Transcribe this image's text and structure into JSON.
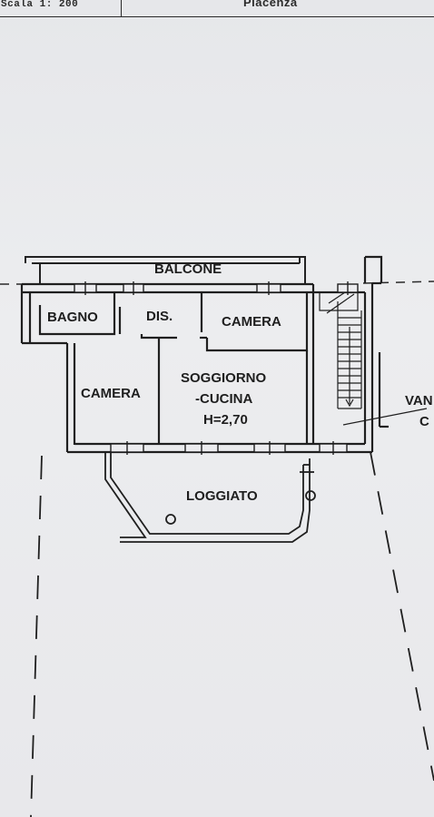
{
  "header": {
    "scale": "Scala 1: 200",
    "location": "Piacenza"
  },
  "rooms": {
    "balcone": "BALCONE",
    "bagno": "BAGNO",
    "dis": "DIS.",
    "camera_top": "CAMERA",
    "camera_left": "CAMERA",
    "soggiorno_line1": "SOGGIORNO",
    "soggiorno_line2": "-CUCINA",
    "soggiorno_height": "H=2,70",
    "loggiato": "LOGGIATO",
    "vano_partial_1": "VAN",
    "vano_partial_2": "C"
  },
  "colors": {
    "ink": "#1e1e1e",
    "paper": "#e9e9ec"
  }
}
